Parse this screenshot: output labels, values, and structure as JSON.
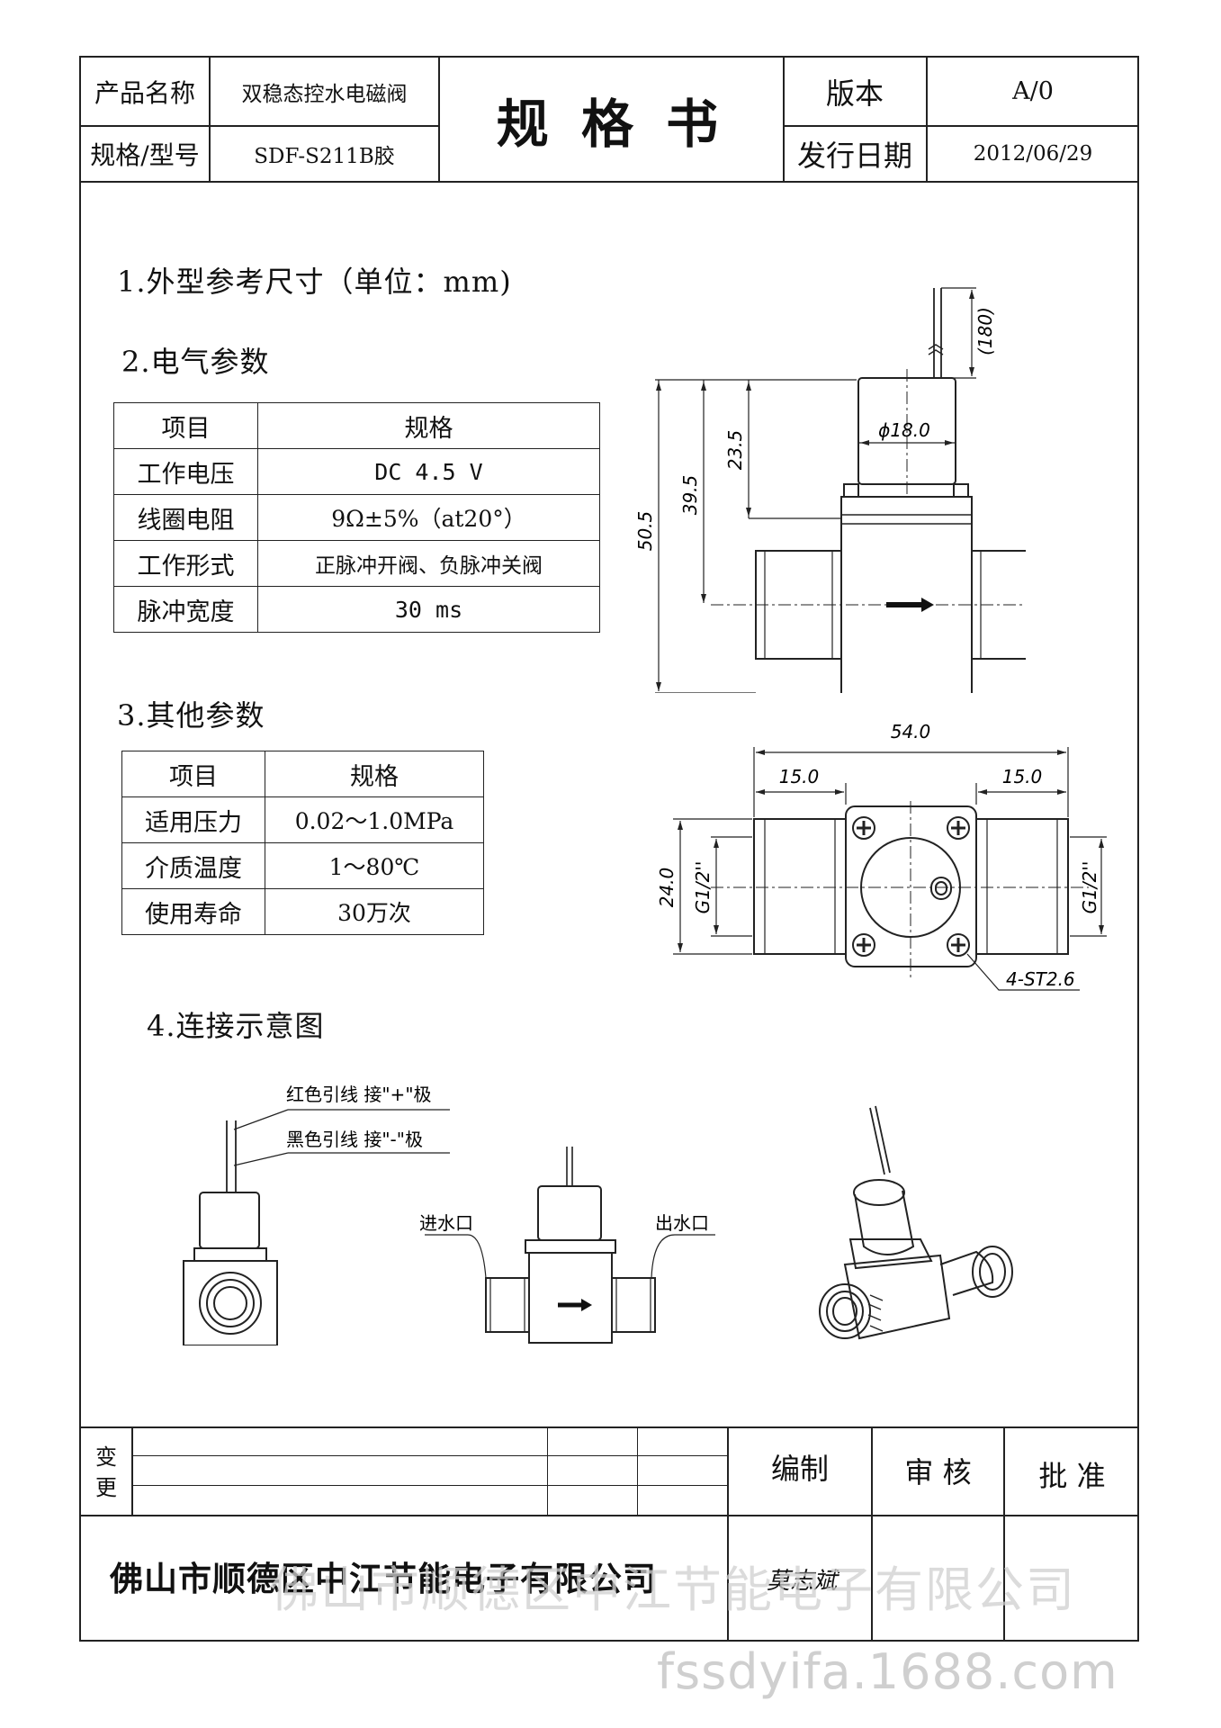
{
  "header": {
    "product_name_label": "产品名称",
    "product_name": "双稳态控水电磁阀",
    "model_label": "规格/型号",
    "model": "SDF-S211B胶",
    "title": "规 格 书",
    "version_label": "版本",
    "version": "A/0",
    "date_label": "发行日期",
    "date": "2012/06/29"
  },
  "sections": {
    "s1": "1.外型参考尺寸（单位：mm)",
    "s2": "2.电气参数",
    "s3": "3.其他参数",
    "s4": "4.连接示意图"
  },
  "electrical": {
    "headers": [
      "项目",
      "规格"
    ],
    "rows": [
      [
        "工作电压",
        "DC 4.5 V"
      ],
      [
        "线圈电阻",
        "9Ω±5%（at20°）"
      ],
      [
        "工作形式",
        "正脉冲开阀、负脉冲关阀"
      ],
      [
        "脉冲宽度",
        "30 ms"
      ]
    ]
  },
  "other": {
    "headers": [
      "项目",
      "规格"
    ],
    "rows": [
      [
        "适用压力",
        "0.02～1.0MPa"
      ],
      [
        "介质温度",
        "1～80℃"
      ],
      [
        "使用寿命",
        "30万次"
      ]
    ]
  },
  "dimensions": {
    "lead_length": "(180)",
    "coil_diameter": "ϕ18.0",
    "d_23_5": "23.5",
    "d_39_5": "39.5",
    "d_50_5": "50.5",
    "d_54": "54.0",
    "d_15_left": "15.0",
    "d_15_right": "15.0",
    "d_24": "24.0",
    "thread_left": "G1/2''",
    "thread_right": "G1/2''",
    "screws": "4-ST2.6"
  },
  "connection": {
    "red_wire": "红色引线 接\"+\"极",
    "black_wire": "黑色引线 接\"-\"极",
    "inlet": "进水口",
    "outlet": "出水口"
  },
  "footer": {
    "change_label_1": "变",
    "change_label_2": "更",
    "prepared": "编制",
    "reviewed": "审 核",
    "approved": "批 准",
    "signature": "莫志斌",
    "company": "佛山市顺德区中江节能电子有限公司",
    "watermark_company": "佛山市顺德区中江节能电子有限公司",
    "watermark_url": "fssdyifa.1688.com"
  }
}
